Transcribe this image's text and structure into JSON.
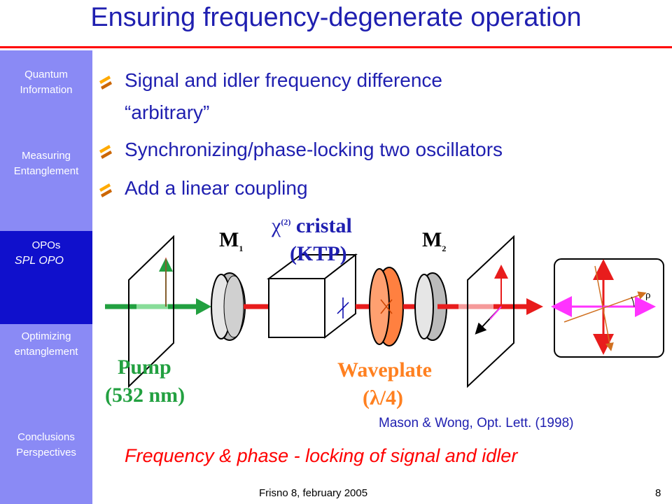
{
  "title": "Ensuring frequency-degenerate operation",
  "colors": {
    "title": "#1f1fb0",
    "accent_red": "#ff0000",
    "sidebar": "#8a8af5",
    "sidebar_active": "#1010cc",
    "beam_green": "#22a040",
    "beam_red": "#e81c1c",
    "waveplate": "#ff8040"
  },
  "sidebar": {
    "items": [
      {
        "label": "Quantum Information"
      },
      {
        "label": "Measuring Entanglement"
      },
      {
        "label": "OPOs",
        "sub": "SPL OPO"
      },
      {
        "label": "Optimizing entanglement"
      },
      {
        "label": "Conclusions Perspectives"
      }
    ]
  },
  "bullets": [
    "Signal and idler frequency difference",
    "“arbitrary”",
    "Synchronizing/phase-locking two oscillators",
    "Add a linear coupling"
  ],
  "diagram": {
    "mirror1": "M",
    "mirror1_sub": "1",
    "mirror2": "M",
    "mirror2_sub": "2",
    "crystal_chi": "χ",
    "crystal_order": "(2)",
    "crystal_label": "cristal",
    "crystal_name": "(KTP)",
    "pump_label": "Pump",
    "pump_wavelength": "(532  nm)",
    "waveplate_label": "Waveplate",
    "waveplate_value": "(λ/4)",
    "rho": "ρ"
  },
  "citation": "Mason & Wong, Opt. Lett. (1998)",
  "conclusion": "Frequency & phase - locking of signal and idler",
  "footer": "Frisno 8, february 2005",
  "page_number": "8"
}
